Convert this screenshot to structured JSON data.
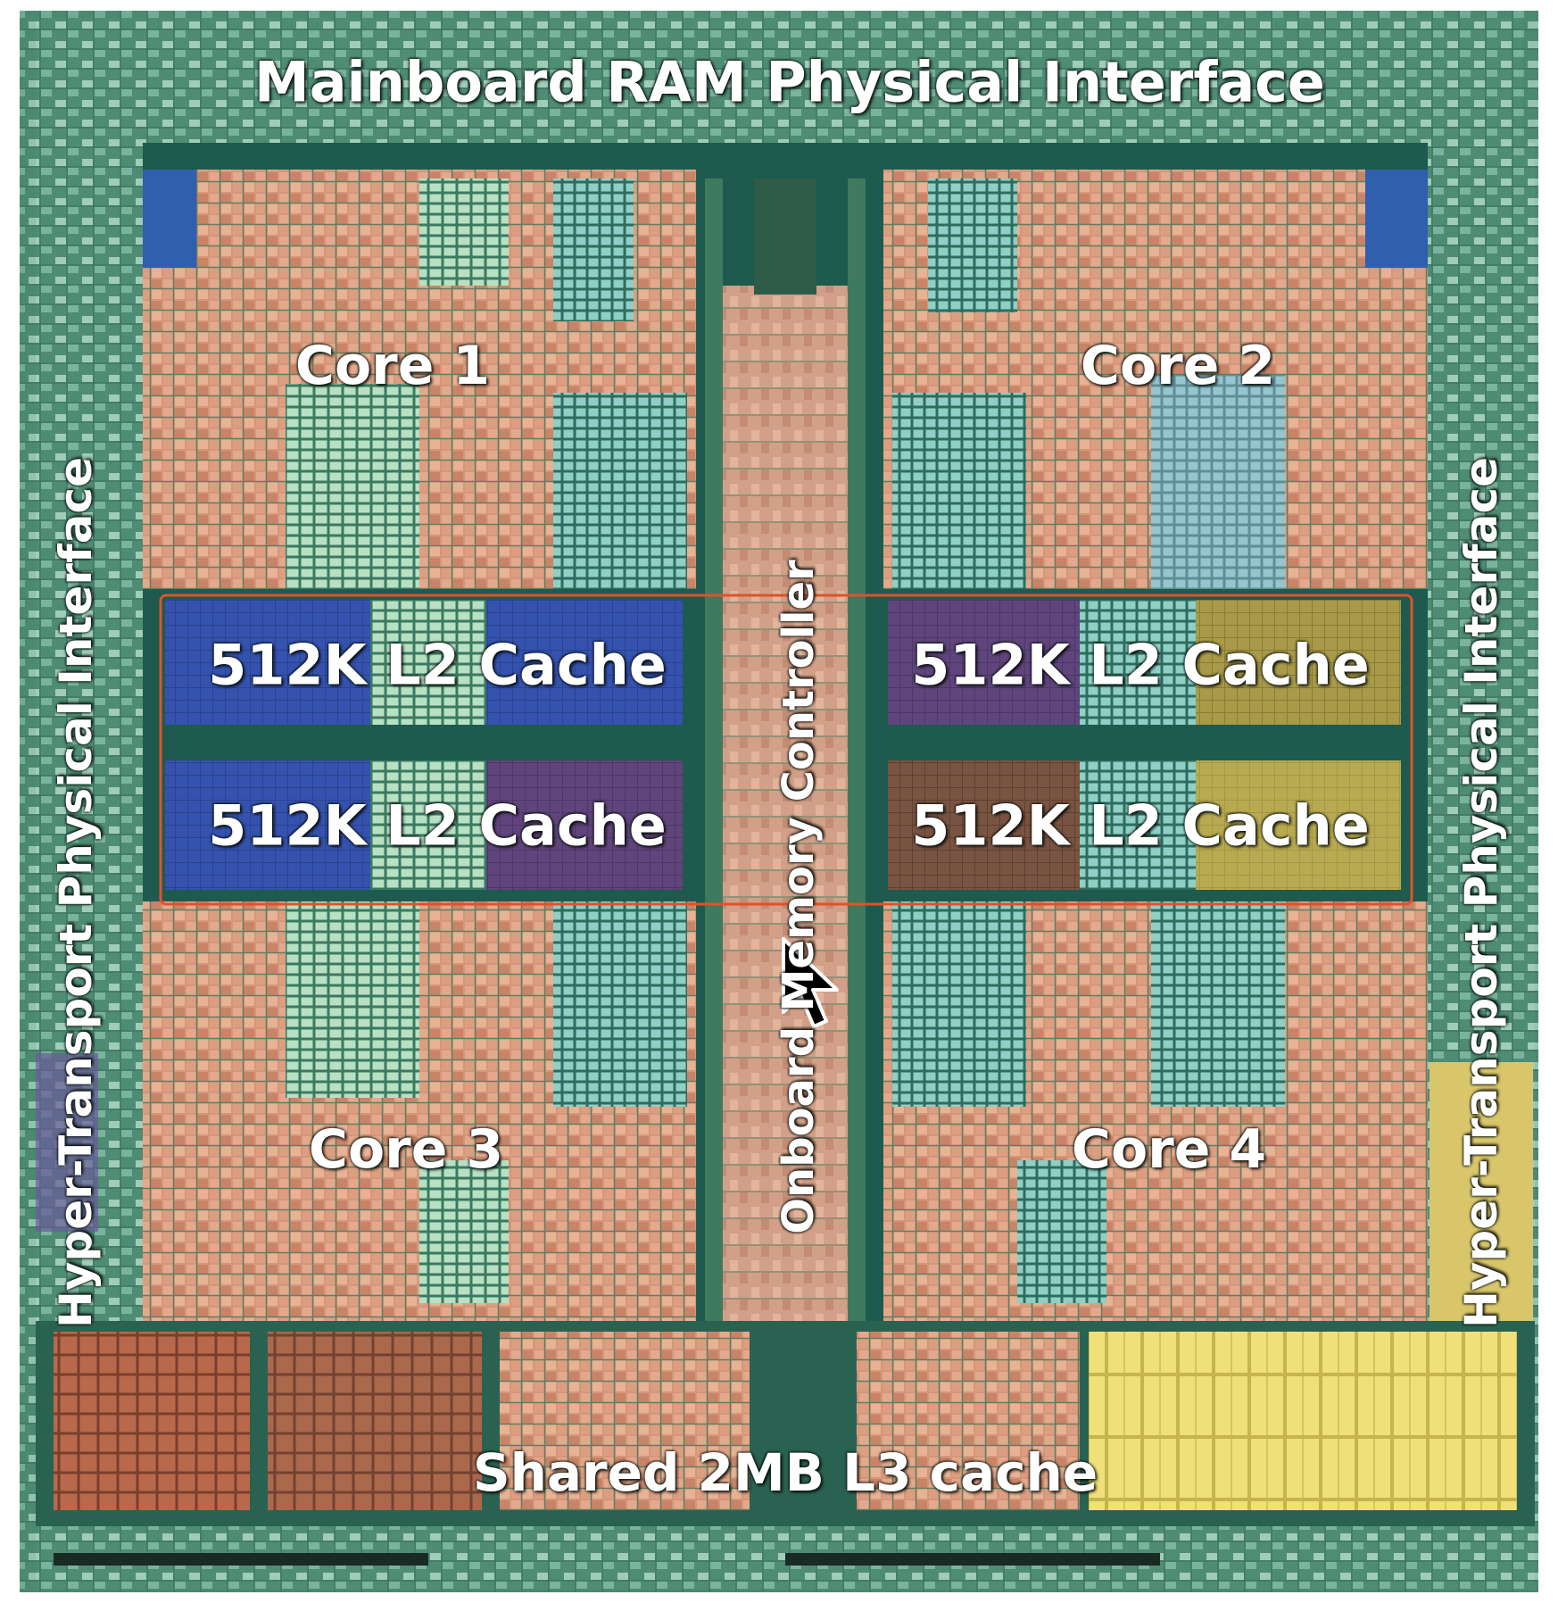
{
  "labels": {
    "mainboard": "Mainboard RAM Physical Interface",
    "core1": "Core 1",
    "core2": "Core 2",
    "core3": "Core 3",
    "core4": "Core 4",
    "l2_top_left": "512K L2 Cache",
    "l2_top_right": "512K L2 Cache",
    "l2_bottom_left": "512K L2 Cache",
    "l2_bottom_right": "512K L2 Cache",
    "memory_controller": "Onboard Memory Controller",
    "ht_left": "Hyper-Transport Physical Interface",
    "ht_right": "Hyper-Transport Physical Interface",
    "l3": "Shared 2MB L3 cache"
  },
  "colors": {
    "highlight_box": "#e0522a",
    "substrate": "#1e5a4e",
    "core_logic": "#d89a7c",
    "l2_blue": "#3c58b8",
    "l2_purple": "#6a4c84",
    "l2_gold": "#b8a44c",
    "l3_yellow": "#e8d870",
    "l3_brown": "#a65a40",
    "interface_green": "#5f9e8a"
  },
  "cursor": "arrow-cursor-icon"
}
